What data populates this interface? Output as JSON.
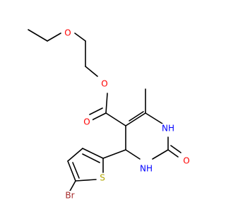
{
  "molecule": {
    "colors": {
      "bond": "#000000",
      "O": "#ff0000",
      "N": "#0000ff",
      "S": "#b2a600",
      "Br": "#a52a2a"
    },
    "atoms": {
      "O_ether": "O",
      "O_ester": "O",
      "O_carbonyl": "O",
      "NH_upper": "NH",
      "NH_lower": "NH",
      "O_urea": "O",
      "S": "S",
      "Br": "Br"
    }
  }
}
